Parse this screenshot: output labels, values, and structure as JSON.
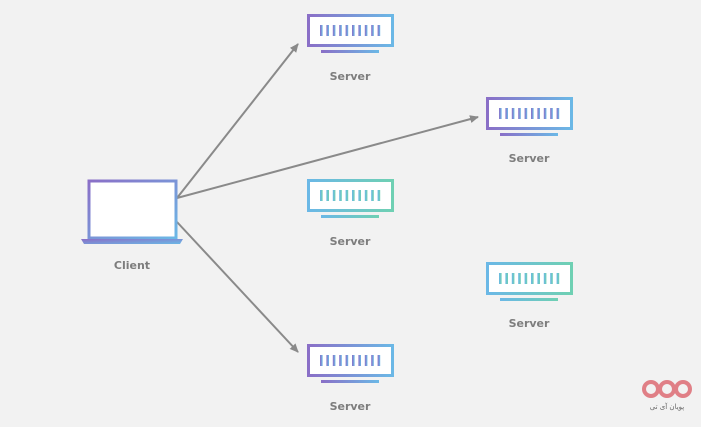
{
  "client": {
    "label": "Client"
  },
  "servers": [
    {
      "label": "Server",
      "theme": "purple"
    },
    {
      "label": "Server",
      "theme": "purple"
    },
    {
      "label": "Server",
      "theme": "teal"
    },
    {
      "label": "Server",
      "theme": "teal"
    },
    {
      "label": "Server",
      "theme": "purple"
    }
  ],
  "logo": {
    "text": "پویان آی تی",
    "color": "#e07f86"
  },
  "colors": {
    "background": "#f2f2f2",
    "purple": "#8a6fc7",
    "blue": "#6bb8e6",
    "teal": "#6fd0b3",
    "arrow": "#8a8a8a",
    "label": "#7d7d7d"
  }
}
